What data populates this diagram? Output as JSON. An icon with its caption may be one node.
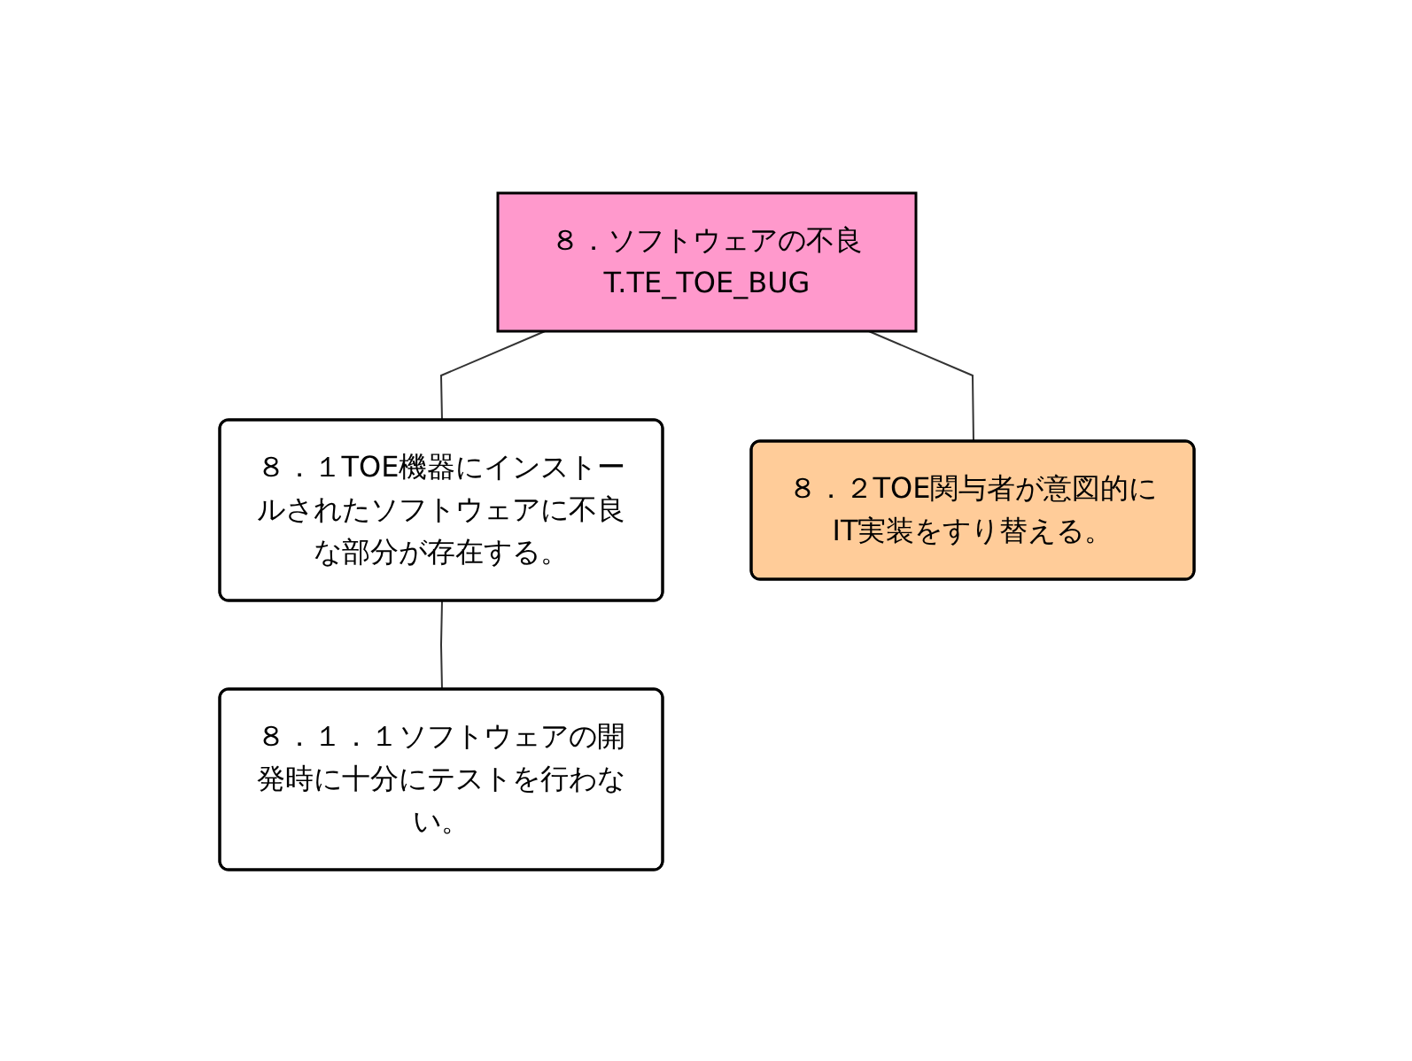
{
  "diagram": {
    "nodes": [
      {
        "text": [
          "８．ソフトウェアの不良",
          "T.TE_TOE_BUG"
        ]
      },
      {
        "text": [
          "８．１TOE機器にインストールされたソフトウェアに不良な部分が存在する。"
        ]
      },
      {
        "text": [
          "８．２TOE関与者が意図的にIT実装をすり替える。"
        ]
      },
      {
        "text": [
          "８．１．１ソフトウェアの開発時に十分にテストを行わない。"
        ]
      }
    ],
    "edges": [
      {
        "from": 0,
        "to": 1,
        "arrow": "none"
      },
      {
        "from": 0,
        "to": 2,
        "arrow": "none"
      },
      {
        "from": 1,
        "to": 3,
        "arrow": "none"
      }
    ]
  }
}
